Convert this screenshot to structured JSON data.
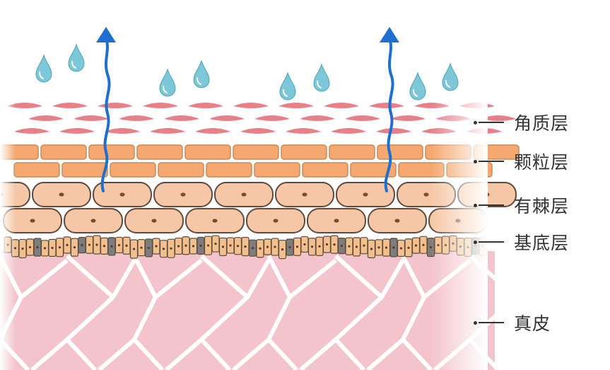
{
  "layers": [
    {
      "id": "stratum-corneum",
      "label": "角质层"
    },
    {
      "id": "stratum-granulosum",
      "label": "颗粒层"
    },
    {
      "id": "stratum-spinosum",
      "label": "有棘层"
    },
    {
      "id": "stratum-basale",
      "label": "基底层"
    },
    {
      "id": "dermis",
      "label": "真皮"
    }
  ],
  "colors": {
    "corneum": "#e8808a",
    "granulosum_fill": "#f5a870",
    "granulosum_stroke": "#c98a5a",
    "spinosum_fill": "#f6c7a6",
    "spinosum_stroke": "#5e4a3e",
    "nucleus": "#7a4a2e",
    "basale_fill": "#f3bf8c",
    "basale_dark": "#7d7d7d",
    "dermis": "#f3c4cb",
    "dermis_lines": "#ffffff",
    "droplet": "#7cc8d8",
    "arrow": "#1f6fd0",
    "label_text": "#333333"
  },
  "icons": [
    "water-droplet-icon",
    "up-arrow-icon"
  ]
}
